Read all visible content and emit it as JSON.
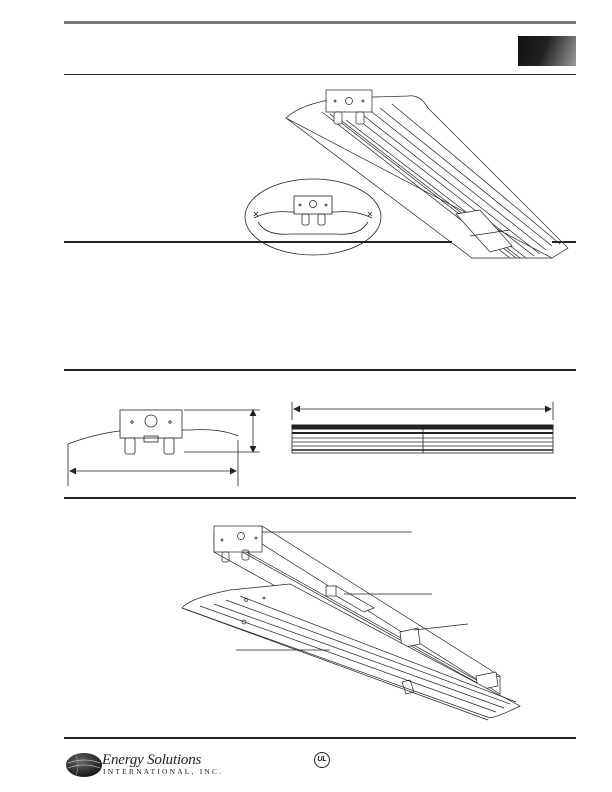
{
  "brand": {
    "name": "Energy Solutions",
    "tagline": "INTERNATIONAL, INC.",
    "logo_icon": "globe-logo-icon"
  },
  "certification": {
    "mark": "UL",
    "icon": "ul-listed-icon"
  },
  "header": {
    "tab_icon": "dark-gradient-tab"
  },
  "colors": {
    "rule": "#222222",
    "tab_dark": "#111111",
    "tab_light": "#9a9a9a",
    "line": "#222222"
  }
}
